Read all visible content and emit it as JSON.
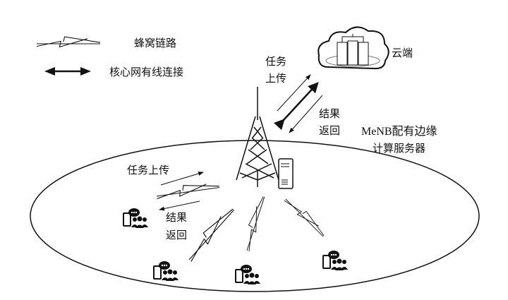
{
  "legend": {
    "cellular_link": "蜂窝链路",
    "wired_link": "核心网有线连接"
  },
  "cloud": {
    "label": "云端"
  },
  "backhaul": {
    "upload_line1": "任务",
    "upload_line2": "上传",
    "return_line1": "结果",
    "return_line2": "返回"
  },
  "menb": {
    "line1": "MeNB配有边缘",
    "line2": "计算服务器"
  },
  "access": {
    "upload": "任务上传",
    "return_line1": "结果",
    "return_line2": "返回"
  }
}
